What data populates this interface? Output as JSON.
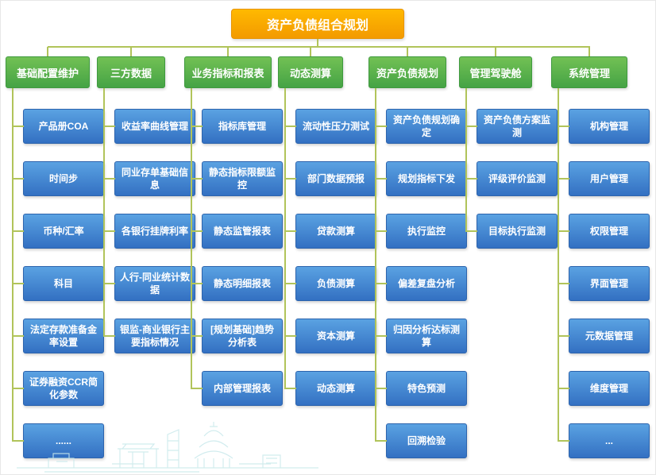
{
  "title": "资产负债组合规划",
  "colors": {
    "title_top": "#ffb900",
    "title_bottom": "#f39a00",
    "title_border": "#e89400",
    "header_top": "#72c154",
    "header_bottom": "#45a345",
    "header_border": "#3f9a3f",
    "node_top": "#5aa2e2",
    "node_bottom": "#3370c2",
    "node_border": "#2d64ad",
    "line": "#b1c45a",
    "watermark": "#c9e9ec"
  },
  "columns": [
    {
      "header": "基础配置维护",
      "items": [
        "产品册COA",
        "时间步",
        "币种/汇率",
        "科目",
        "法定存款准备金率设置",
        "证券融资CCR简化参数",
        "......"
      ]
    },
    {
      "header": "三方数据",
      "items": [
        "收益率曲线管理",
        "同业存单基础信息",
        "各银行挂牌利率",
        "人行-同业统计数据",
        "银监-商业银行主要指标情况"
      ]
    },
    {
      "header": "业务指标和报表",
      "items": [
        "指标库管理",
        "静态指标限额监控",
        "静态监管报表",
        "静态明细报表",
        "[规划基础]趋势分析表",
        "内部管理报表"
      ]
    },
    {
      "header": "动态测算",
      "items": [
        "流动性压力测试",
        "部门数据预报",
        "贷款测算",
        "负债测算",
        "资本测算",
        "动态测算"
      ]
    },
    {
      "header": "资产负债规划",
      "items": [
        "资产负债规划确定",
        "规划指标下发",
        "执行监控",
        "偏差复盘分析",
        "归因分析达标测算",
        "特色预测",
        "回溯检验"
      ]
    },
    {
      "header": "管理驾驶舱",
      "items": [
        "资产负债方案监测",
        "评级评价监测",
        "目标执行监测"
      ]
    },
    {
      "header": "系统管理",
      "items": [
        "机构管理",
        "用户管理",
        "权限管理",
        "界面管理",
        "元数据管理",
        "维度管理",
        "..."
      ]
    }
  ]
}
